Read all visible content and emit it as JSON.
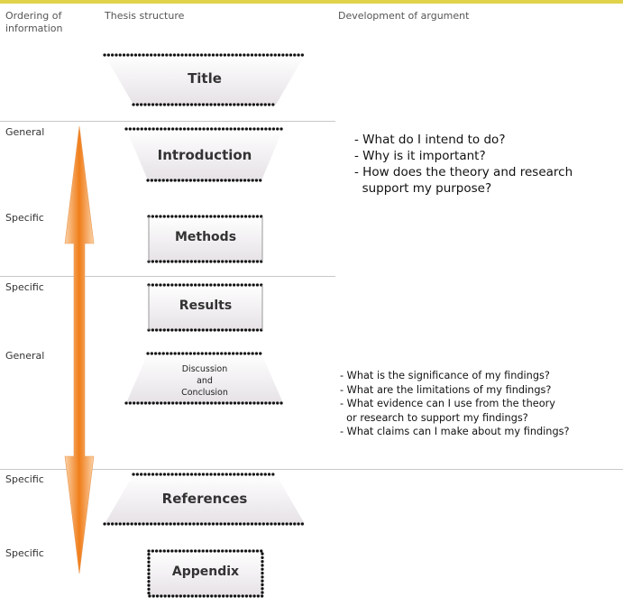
{
  "headers": {
    "ordering": [
      "Ordering of",
      "information"
    ],
    "structure": "Thesis structure",
    "development": "Development of argument"
  },
  "ordering_labels": [
    "General",
    "Specific",
    "Specific",
    "General",
    "Specific",
    "Specific"
  ],
  "sections": {
    "title": "Title",
    "introduction": "Introduction",
    "methods": "Methods",
    "results": "Results",
    "discussion": [
      "Discussion",
      "and",
      "Conclusion"
    ],
    "references": "References",
    "appendix": "Appendix"
  },
  "questions_introduction": [
    "- What do I intend to do?",
    "- Why is it important?",
    "- How does the theory and research",
    "  support my purpose?"
  ],
  "questions_discussion": [
    "- What is the significance of my findings?",
    "- What are the limitations of my findings?",
    "- What evidence can I use from the theory",
    "  or research to support my findings?",
    "- What claims can I make about my findings?"
  ],
  "colors": {
    "accent_bar": "#e0d24a",
    "arrow_orange": "#f07d1a",
    "box_fill": "#ece8ec",
    "dot": "#111111"
  }
}
